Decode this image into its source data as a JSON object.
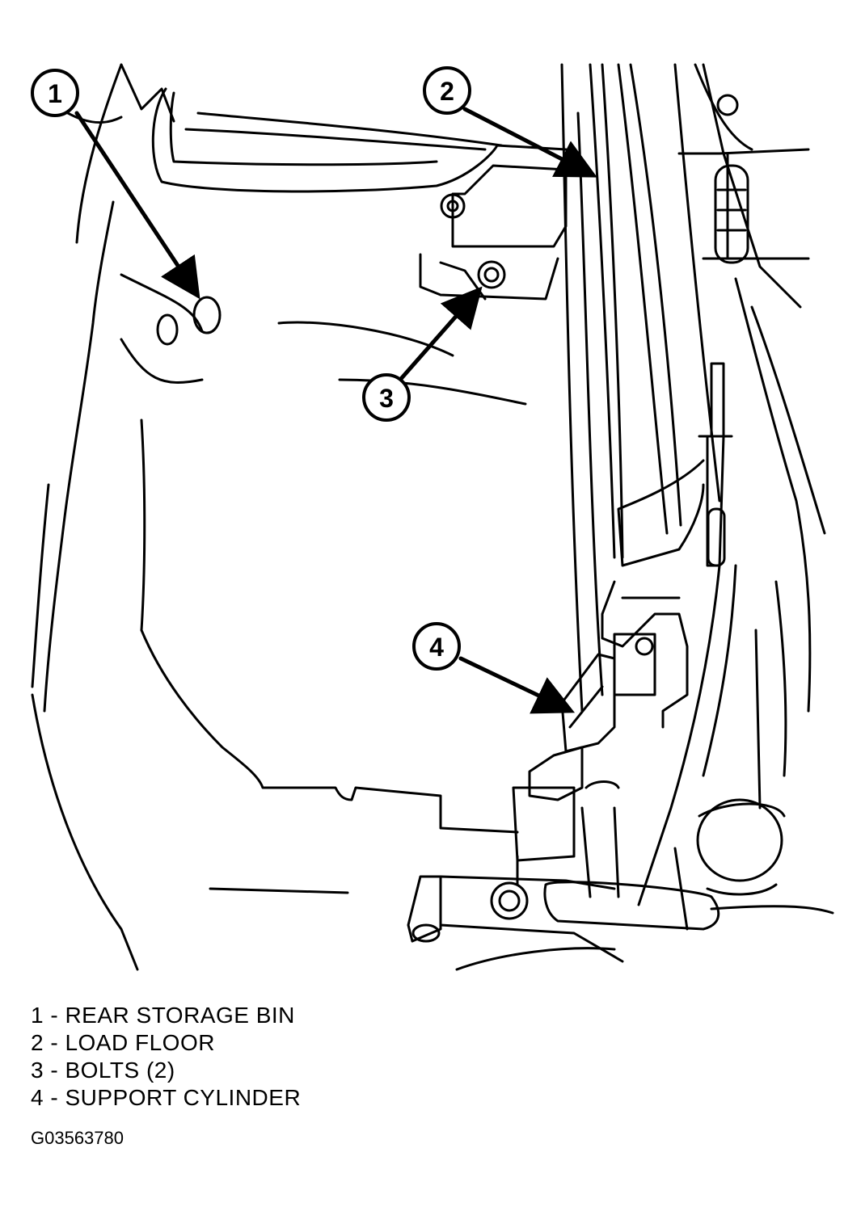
{
  "callouts": [
    {
      "number": "1"
    },
    {
      "number": "2"
    },
    {
      "number": "3"
    },
    {
      "number": "4"
    }
  ],
  "legend": [
    "1 - REAR STORAGE BIN",
    "2 - LOAD FLOOR",
    "3 - BOLTS (2)",
    "4 - SUPPORT CYLINDER"
  ],
  "figure_id": "G03563780"
}
